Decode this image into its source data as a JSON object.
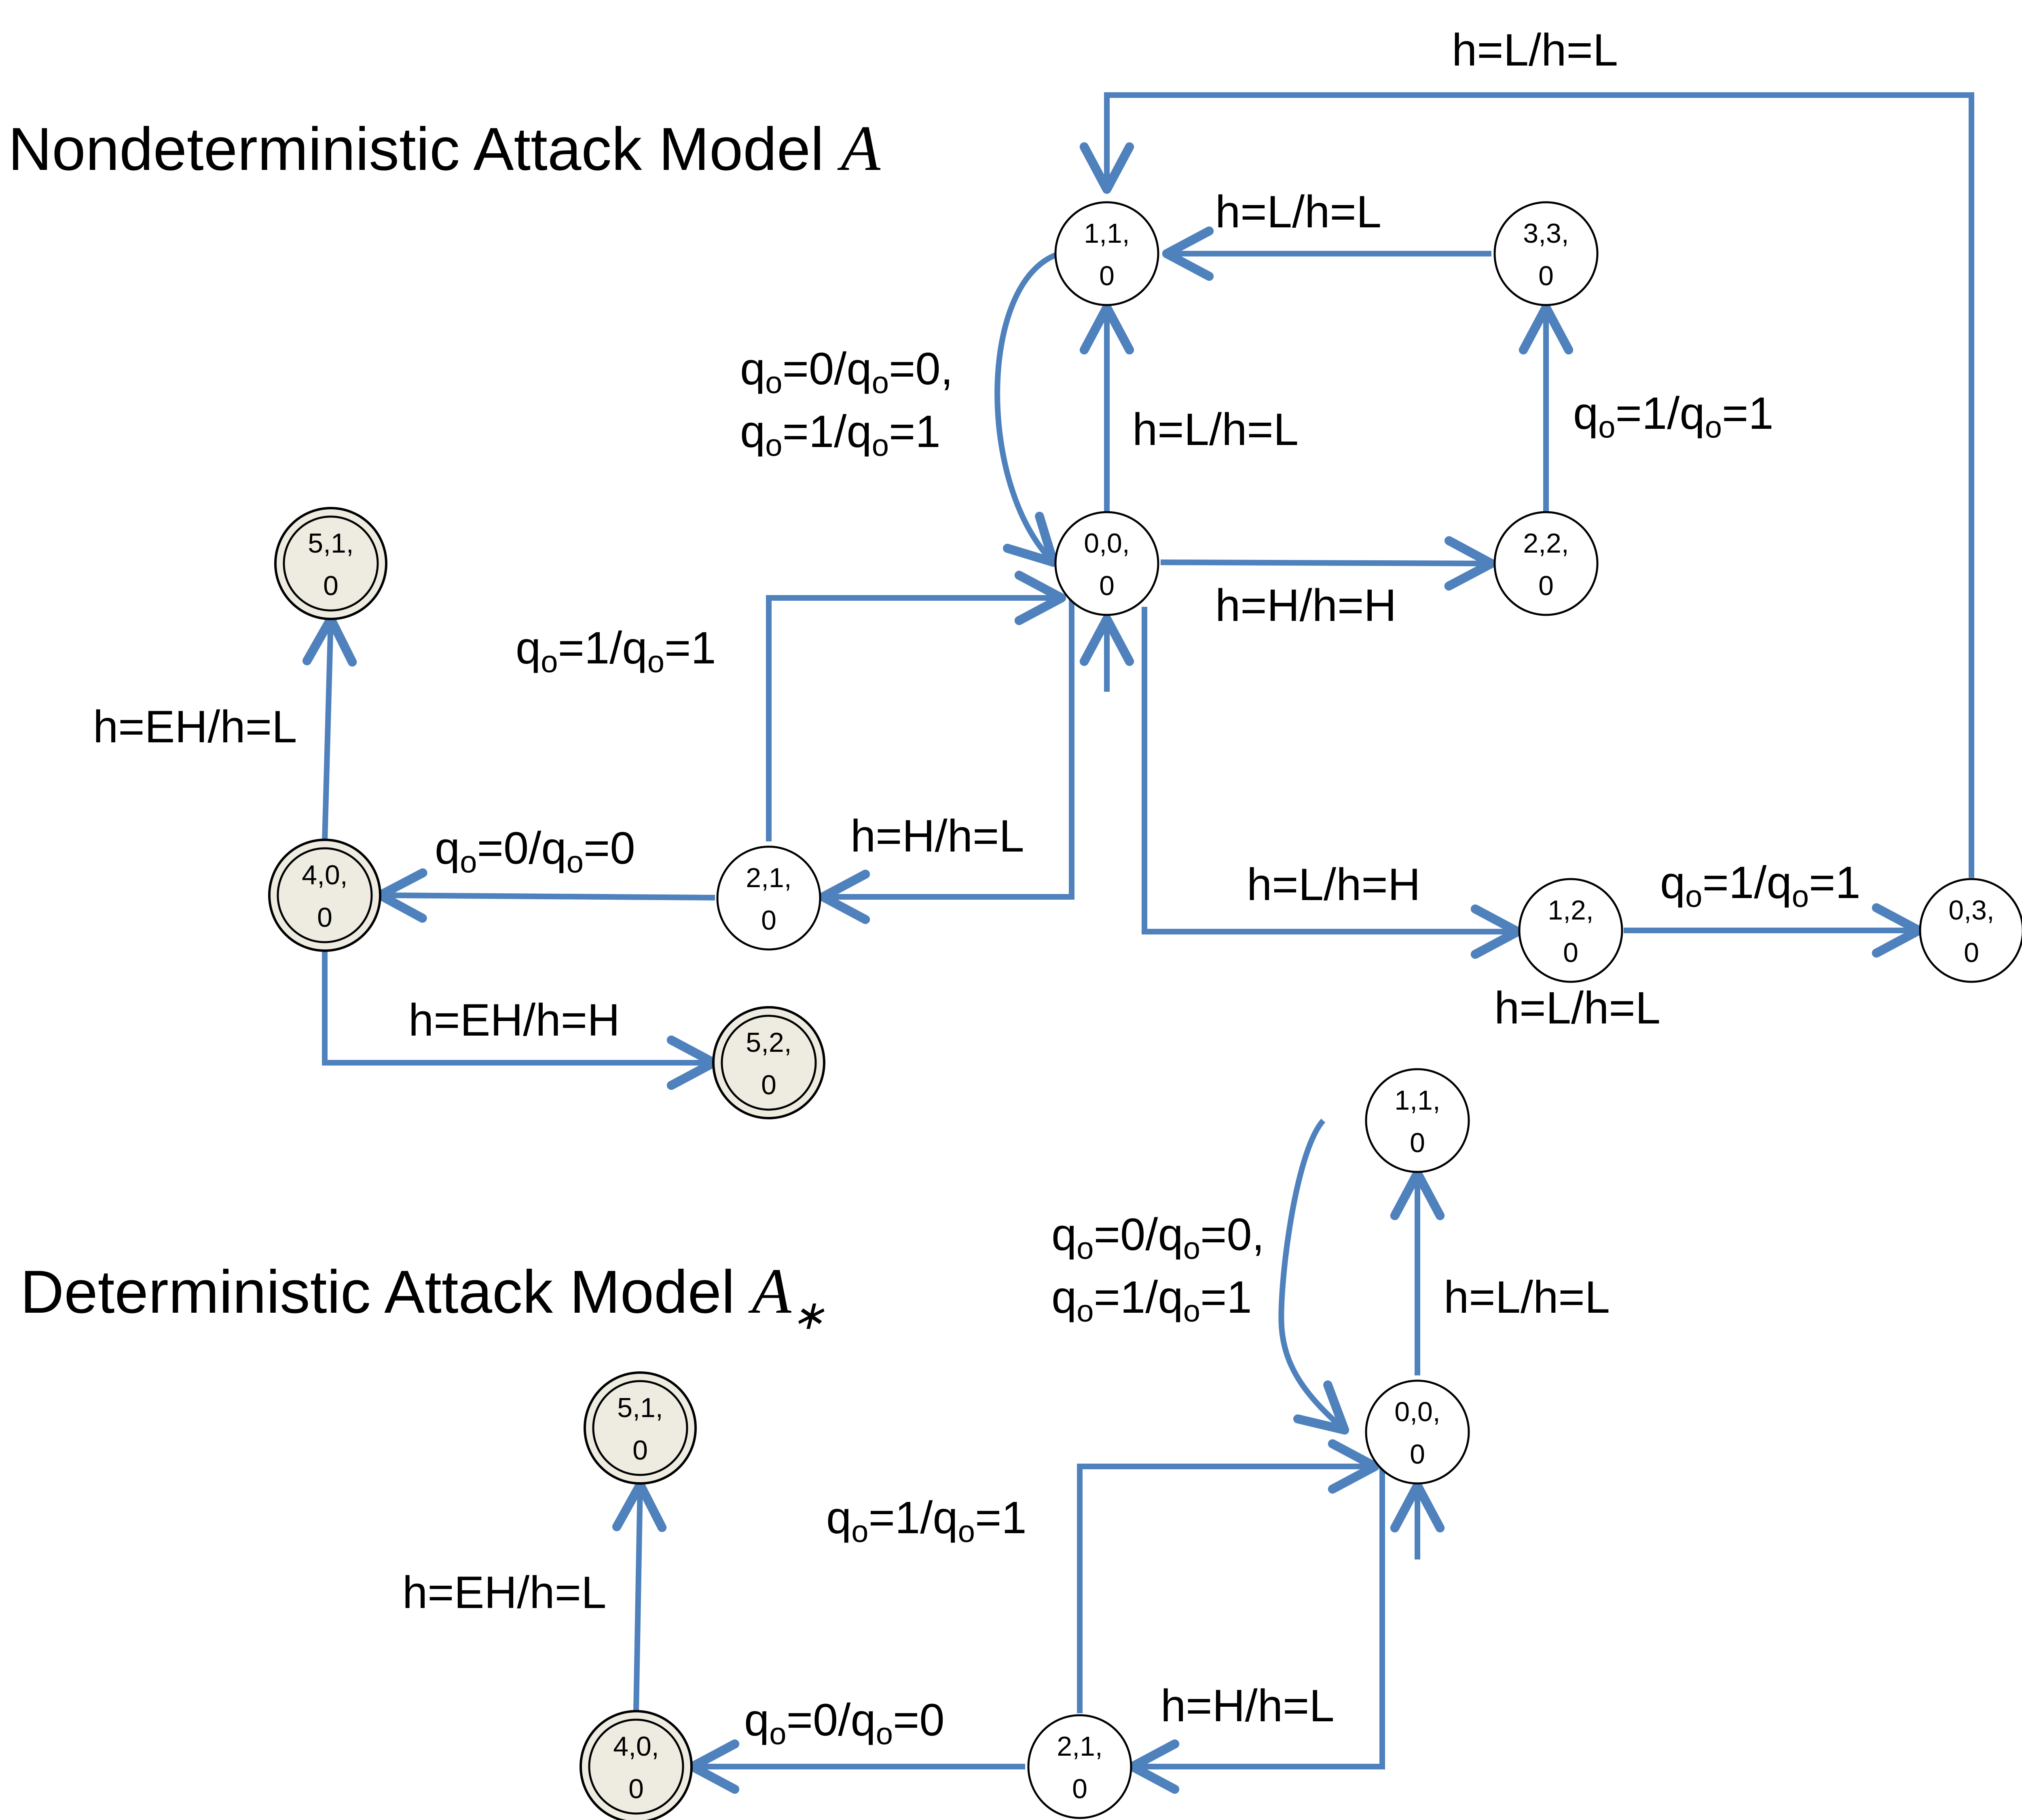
{
  "titles": {
    "nondet_text": "Nondeterministic Attack Model ",
    "nondet_math": "A",
    "det_text": "Deterministic Attack Model ",
    "det_math": "A",
    "det_math_sub": "∗"
  },
  "colors": {
    "edge": "#4F81BD",
    "accept_fill": "#EEECE1",
    "node_stroke": "#000000"
  },
  "nondet": {
    "states": {
      "s110": {
        "line1": "1,1,",
        "line2": "0",
        "accepting": false
      },
      "s330": {
        "line1": "3,3,",
        "line2": "0",
        "accepting": false
      },
      "s000": {
        "line1": "0,0,",
        "line2": "0",
        "accepting": false,
        "initial": true
      },
      "s220": {
        "line1": "2,2,",
        "line2": "0",
        "accepting": false
      },
      "s510": {
        "line1": "5,1,",
        "line2": "0",
        "accepting": true
      },
      "s400": {
        "line1": "4,0,",
        "line2": "0",
        "accepting": true
      },
      "s210": {
        "line1": "2,1,",
        "line2": "0",
        "accepting": false
      },
      "s520": {
        "line1": "5,2,",
        "line2": "0",
        "accepting": true
      },
      "s120": {
        "line1": "1,2,",
        "line2": "0",
        "accepting": false
      },
      "s030": {
        "line1": "0,3,",
        "line2": "0",
        "accepting": false
      }
    },
    "edges": {
      "e03_11": {
        "label": "h=L/h=L"
      },
      "e33_11": {
        "label": "h=L/h=L"
      },
      "e00_11": {
        "label": "h=L/h=L"
      },
      "e22_33": {
        "a": "q",
        "b": "o",
        "c": "=1/",
        "d": "q",
        "e": "o",
        "f": "=1"
      },
      "e00_22": {
        "label": "h=H/h=H"
      },
      "loop_line1": {
        "a": "q",
        "b": "o",
        "c": "=0/",
        "d": "q",
        "e": "o",
        "f": "=0,"
      },
      "loop_line2": {
        "a": "q",
        "b": "o",
        "c": "=1/",
        "d": "q",
        "e": "o",
        "f": "=1"
      },
      "e21_00": {
        "a": "q",
        "b": "o",
        "c": "=1/",
        "d": "q",
        "e": "o",
        "f": "=1"
      },
      "e00_21": {
        "label": "h=H/h=L"
      },
      "e21_40": {
        "a": "q",
        "b": "o",
        "c": "=0/",
        "d": "q",
        "e": "o",
        "f": "=0"
      },
      "e40_51": {
        "label": "h=EH/h=L"
      },
      "e40_52": {
        "label": "h=EH/h=H"
      },
      "e00_12": {
        "label": "h=L/h=H"
      },
      "e12_03": {
        "a": "q",
        "b": "o",
        "c": "=1/",
        "d": "q",
        "e": "o",
        "f": "=1"
      },
      "e12_below": {
        "label": "h=L/h=L"
      }
    }
  },
  "det": {
    "states": {
      "s110": {
        "line1": "1,1,",
        "line2": "0",
        "accepting": false
      },
      "s000": {
        "line1": "0,0,",
        "line2": "0",
        "accepting": false,
        "initial": true
      },
      "s510": {
        "line1": "5,1,",
        "line2": "0",
        "accepting": true
      },
      "s400": {
        "line1": "4,0,",
        "line2": "0",
        "accepting": true
      },
      "s210": {
        "line1": "2,1,",
        "line2": "0",
        "accepting": false
      }
    },
    "edges": {
      "loop_line1": {
        "a": "q",
        "b": "o",
        "c": "=0/",
        "d": "q",
        "e": "o",
        "f": "=0,"
      },
      "loop_line2": {
        "a": "q",
        "b": "o",
        "c": "=1/",
        "d": "q",
        "e": "o",
        "f": "=1"
      },
      "e00_11": {
        "label": "h=L/h=L"
      },
      "e21_00": {
        "a": "q",
        "b": "o",
        "c": "=1/",
        "d": "q",
        "e": "o",
        "f": "=1"
      },
      "e40_51": {
        "label": "h=EH/h=L"
      },
      "e00_21": {
        "label": "h=H/h=L"
      },
      "e21_40": {
        "a": "q",
        "b": "o",
        "c": "=0/",
        "d": "q",
        "e": "o",
        "f": "=0"
      }
    }
  }
}
